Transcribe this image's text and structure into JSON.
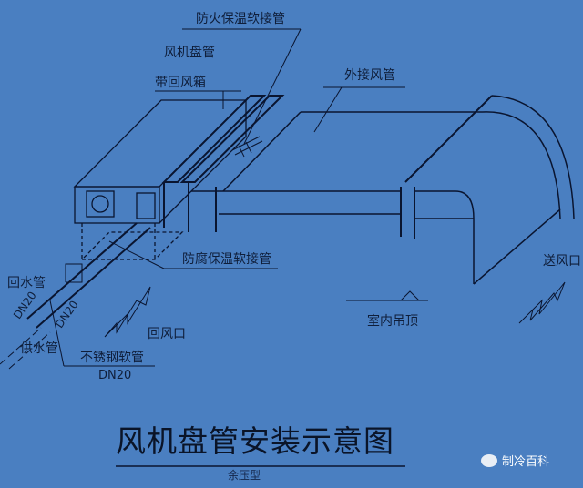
{
  "labels": {
    "fire_flex": "防火保温软接管",
    "fcu": "风机盘管",
    "return_box": "带回风箱",
    "ext_duct": "外接风管",
    "anticorr_flex": "防腐保温软接管",
    "return_water": "回水管",
    "dn_a": "DN20",
    "dn_b": "DN20",
    "return_air": "回风口",
    "supply_water": "供水管",
    "ss_hose": "不锈钢软管",
    "dn_c": "DN20",
    "ceiling": "室内吊顶",
    "supply_air": "送风口"
  },
  "title": "风机盘管安装示意图",
  "subtitle": "余压型",
  "watermark": "制冷百科"
}
